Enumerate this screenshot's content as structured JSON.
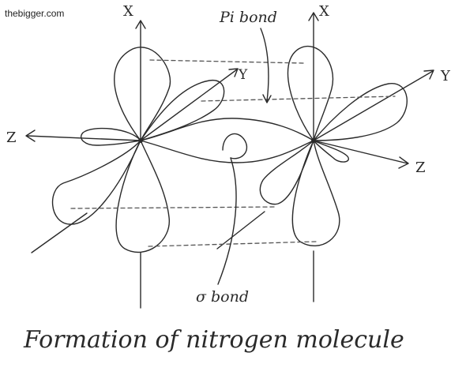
{
  "watermark": "thebigger.com",
  "labels": {
    "pi_bond": "Pi bond",
    "sigma_bond": "σ bond",
    "caption": "Formation of nitrogen molecule"
  },
  "left_atom": {
    "x_axis": "X",
    "y_axis": "Y",
    "z_axis": "Z"
  },
  "right_atom": {
    "x_axis": "X",
    "y_axis": "Y",
    "z_axis": "Z"
  },
  "colors": {
    "ink": "#2a2a2a",
    "background": "#ffffff"
  }
}
